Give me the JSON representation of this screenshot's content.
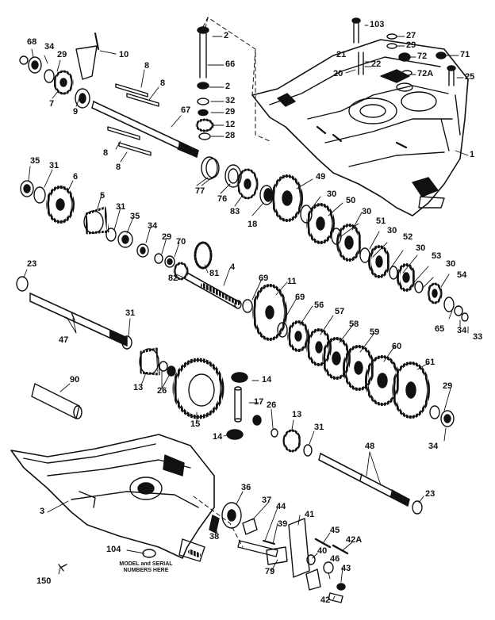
{
  "diagram": {
    "callouts": {
      "c1": "1",
      "c2a": "2",
      "c2b": "2",
      "c3": "3",
      "c4": "4",
      "c5": "5",
      "c6": "6",
      "c7": "7",
      "c8a": "8",
      "c8b": "8",
      "c8c": "8",
      "c8d": "8",
      "c9": "9",
      "c10": "10",
      "c11": "11",
      "c12": "12",
      "c13a": "13",
      "c13b": "13",
      "c14a": "14",
      "c14b": "14",
      "c15": "15",
      "c17": "17",
      "c18": "18",
      "c20": "20",
      "c21": "21",
      "c22": "22",
      "c23a": "23",
      "c23b": "23",
      "c25": "25",
      "c26a": "26",
      "c26b": "26",
      "c27": "27",
      "c28": "28",
      "c29a": "29",
      "c29b": "29",
      "c29c": "29",
      "c29d": "29",
      "c29e": "29",
      "c30a": "30",
      "c30b": "30",
      "c30c": "30",
      "c30d": "30",
      "c30e": "30",
      "c31a": "31",
      "c31b": "31",
      "c31c": "31",
      "c31d": "31",
      "c32": "32",
      "c33": "33",
      "c34a": "34",
      "c34b": "34",
      "c34c": "34",
      "c34d": "34",
      "c35a": "35",
      "c35b": "35",
      "c36": "36",
      "c37": "37",
      "c38": "38",
      "c39": "39",
      "c40": "40",
      "c41": "41",
      "c42": "42",
      "c42a": "42A",
      "c43": "43",
      "c44": "44",
      "c45": "45",
      "c46": "46",
      "c47": "47",
      "c48": "48",
      "c49": "49",
      "c50": "50",
      "c51": "51",
      "c52": "52",
      "c53": "53",
      "c54": "54",
      "c56": "56",
      "c57": "57",
      "c58": "58",
      "c59": "59",
      "c60": "60",
      "c61": "61",
      "c65": "65",
      "c66": "66",
      "c67": "67",
      "c68": "68",
      "c69a": "69",
      "c69b": "69",
      "c70": "70",
      "c71": "71",
      "c72": "72",
      "c72a": "72A",
      "c76": "76",
      "c77": "77",
      "c79": "79",
      "c81": "81",
      "c82": "82",
      "c83": "83",
      "c90": "90",
      "c103": "103",
      "c104": "104",
      "c150": "150"
    },
    "note_line1": "MODEL and SERIAL",
    "note_line2": "NUMBERS HERE"
  }
}
